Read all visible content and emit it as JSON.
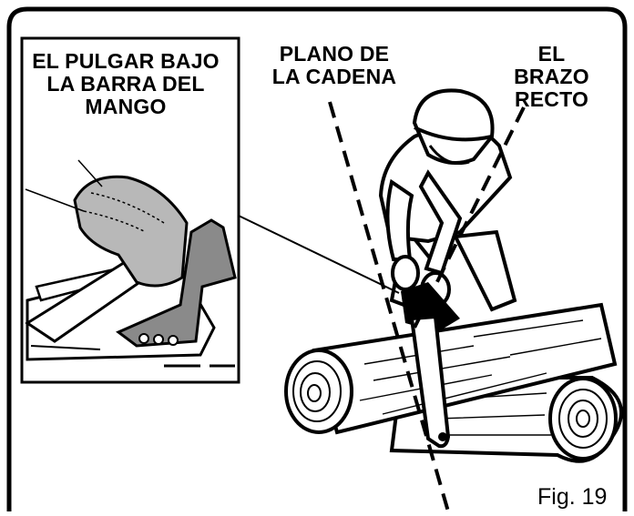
{
  "labels": {
    "thumb_line1": "EL PULGAR BAJO",
    "thumb_line2": "LA BARRA DEL",
    "thumb_line3": "MANGO",
    "plane_line1": "PLANO DE",
    "plane_line2": "LA CADENA",
    "arm_line1": "EL BRAZO",
    "arm_line2": "RECTO",
    "figure": "Fig. 19"
  },
  "colors": {
    "ink": "#000000",
    "paper": "#ffffff",
    "glove": "#b8b8b8",
    "shade": "#8a8a8a"
  },
  "icons": [
    "thumb-grip-inset",
    "chainsaw-handle-icon",
    "worker-figure",
    "log-icon"
  ]
}
